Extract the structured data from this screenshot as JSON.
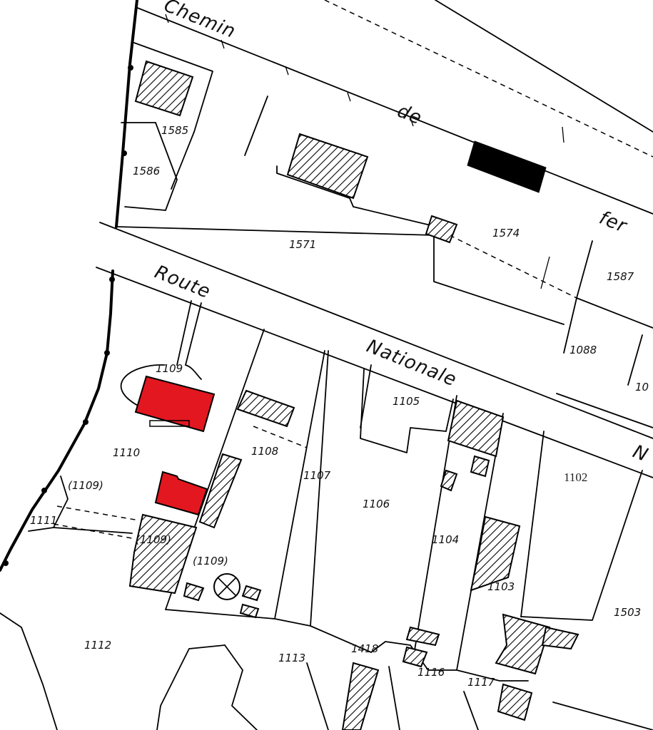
{
  "map": {
    "streets": {
      "chemin_word1": "Chemin",
      "chemin_word2": "de",
      "chemin_word3": "fer",
      "route_word1": "Route",
      "route_word2": "Nationale",
      "route_word3": "N"
    },
    "parcels": {
      "p1585": "1585",
      "p1586": "1586",
      "p1571": "1571",
      "p1574": "1574",
      "p1587": "1587",
      "p1088": "1088",
      "p10xx": "10",
      "p1109": "1109",
      "p1110": "1110",
      "p1108": "1108",
      "p1107": "1107",
      "p1105": "1105",
      "p1106": "1106",
      "p1104": "1104",
      "p1103": "1103",
      "p1102": "1102",
      "p1503": "1503",
      "p1109a": "(1109)",
      "p1109b": "(1109)",
      "p1109c": "(1109)",
      "p1111": "1111",
      "p1112": "1112",
      "p1113": "1113",
      "p1418": "1418",
      "p1116": "1116",
      "p1117": "1117"
    },
    "colors": {
      "highlight": "#e3171f",
      "ink": "#000000",
      "background": "#ffffff"
    }
  }
}
